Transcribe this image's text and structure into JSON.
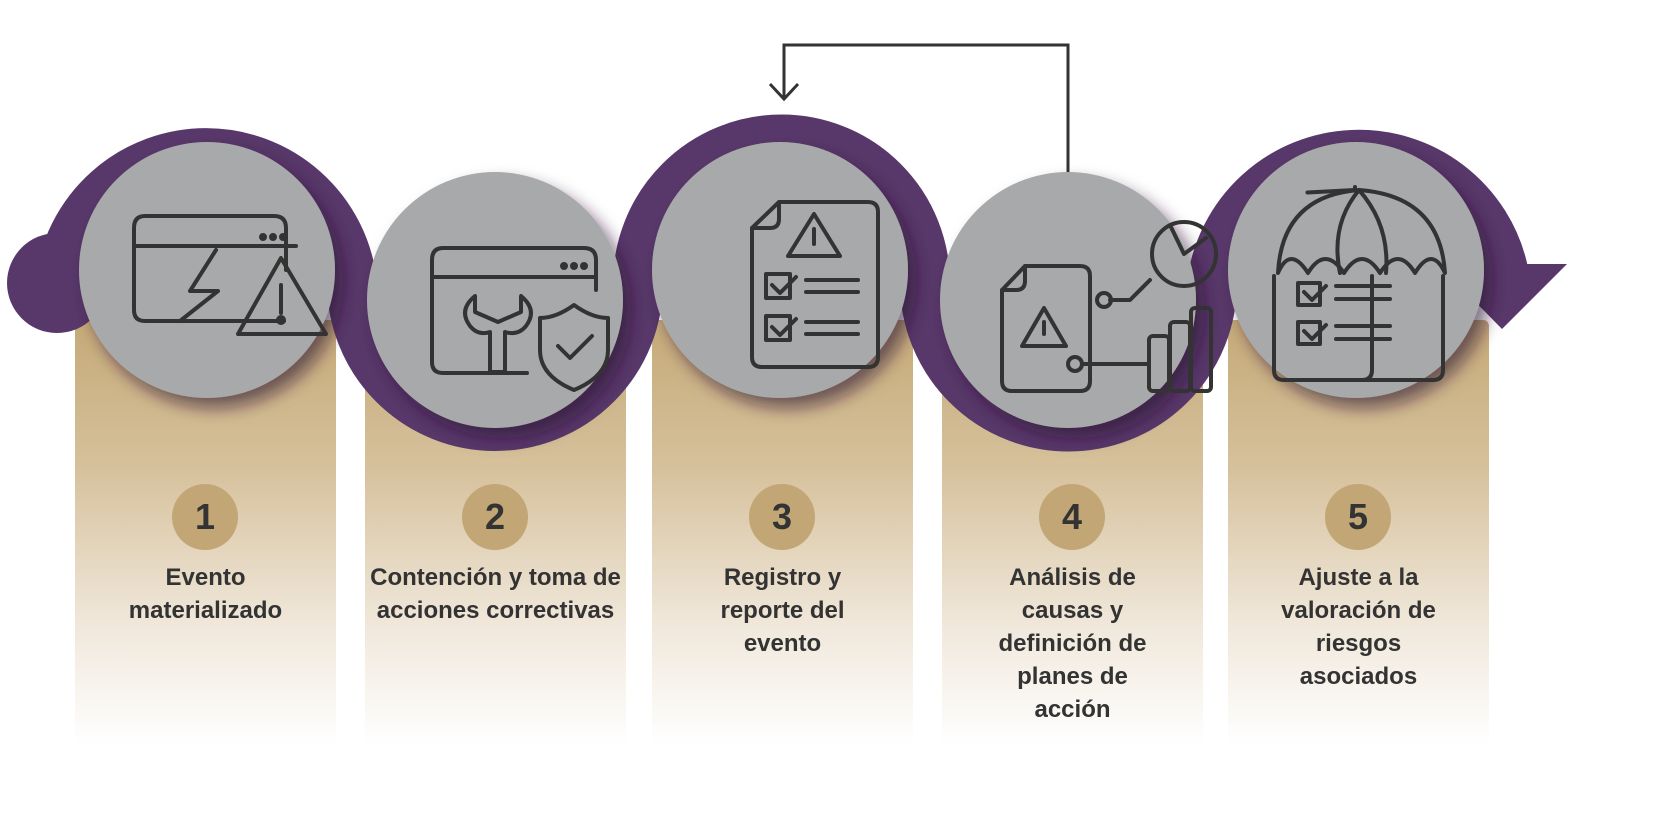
{
  "steps": [
    {
      "number": "1",
      "label": "Evento materializado",
      "icon": "browser-lightning-warning-icon"
    },
    {
      "number": "2",
      "label": "Contención y toma de acciones correctivas",
      "icon": "browser-wrench-shield-icon"
    },
    {
      "number": "3",
      "label": "Registro y reporte del evento",
      "icon": "document-warning-checklist-icon"
    },
    {
      "number": "4",
      "label": "Análisis de causas y definición de planes de acción",
      "icon": "document-analytics-icon"
    },
    {
      "number": "5",
      "label": "Ajuste a la valoración de riesgos asociados",
      "icon": "umbrella-checklist-icon"
    }
  ],
  "colors": {
    "ring": "#58386a",
    "circle": "#a8a9ab",
    "column": "#c5aa78",
    "badge": "#c2a675",
    "text": "#333333"
  }
}
